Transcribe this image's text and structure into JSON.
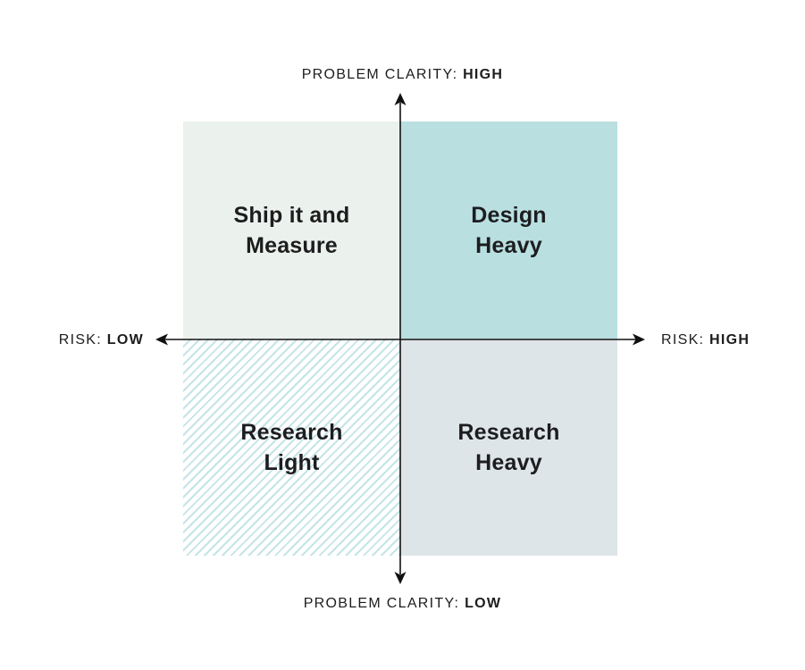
{
  "figure": {
    "axis_labels": {
      "top_prefix": "PROBLEM CLARITY: ",
      "top_value": "HIGH",
      "bottom_prefix": "PROBLEM CLARITY: ",
      "bottom_value": "LOW",
      "left_prefix": "RISK: ",
      "left_value": "LOW",
      "right_prefix": "RISK: ",
      "right_value": "HIGH"
    },
    "quadrants": {
      "top_left": {
        "lines": [
          "Ship it and",
          "Measure"
        ]
      },
      "top_right": {
        "lines": [
          "Design",
          "Heavy"
        ]
      },
      "bottom_left": {
        "lines": [
          "Research",
          "Light"
        ]
      },
      "bottom_right": {
        "lines": [
          "Research",
          "Heavy"
        ]
      }
    }
  },
  "colors": {
    "quad-top-left": "#ebf1ec",
    "quad-top-right": "#b9dfe1",
    "quad-bottom-right": "#dde5e8",
    "hatch-stroke": "#c5e4e6",
    "axis": "#111111",
    "text": "#1d1d1f"
  }
}
